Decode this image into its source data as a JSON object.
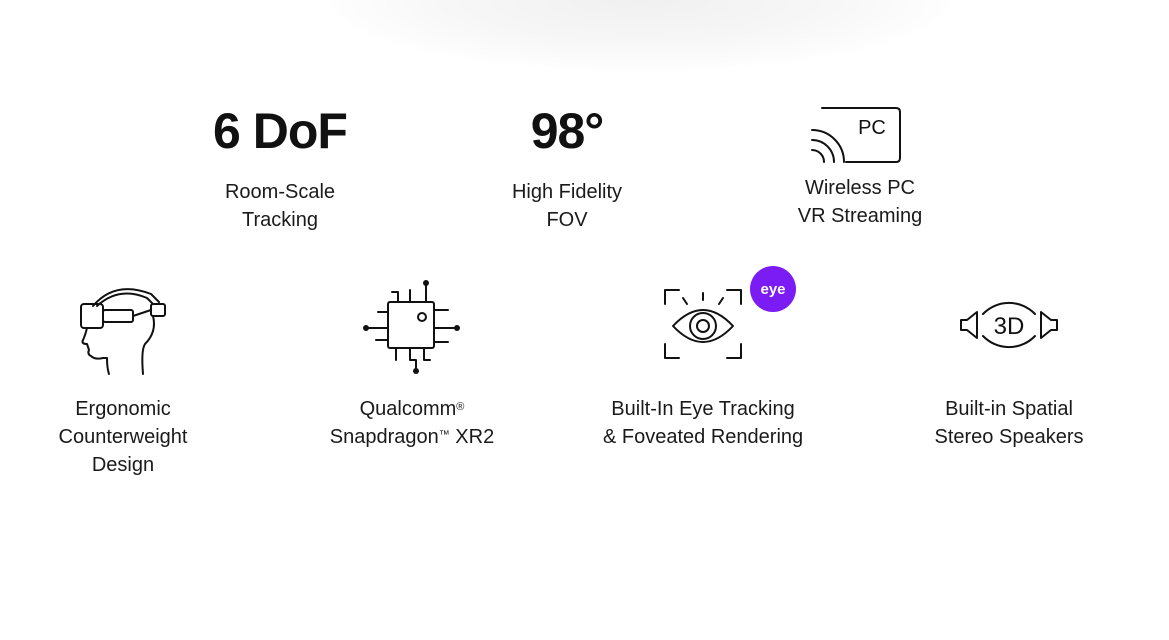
{
  "features": {
    "dof": {
      "big": "6 DoF",
      "line1": "Room-Scale",
      "line2": "Tracking"
    },
    "fov": {
      "big": "98°",
      "line1": "High Fidelity",
      "line2": "FOV"
    },
    "pc": {
      "icon_text": "PC",
      "line1": "Wireless PC",
      "line2": "VR Streaming"
    },
    "ergo": {
      "line1": "Ergonomic",
      "line2": "Counterweight",
      "line3": "Design"
    },
    "chip": {
      "line1": "Qualcomm",
      "line1_mark": "®",
      "line2": "Snapdragon",
      "line2_mark": "™",
      "line2_tail": " XR2"
    },
    "eye": {
      "badge": "eye",
      "line1": "Built-In Eye Tracking",
      "line2": "& Foveated Rendering"
    },
    "audio": {
      "icon_text": "3D",
      "line1": "Built-in Spatial",
      "line2": "Stereo Speakers"
    }
  },
  "colors": {
    "badge": "#7b1cf5",
    "text": "#111111"
  },
  "icons": [
    "headset-head-icon",
    "chip-icon",
    "eye-tracking-icon",
    "pc-wireless-icon",
    "spatial-audio-icon"
  ]
}
